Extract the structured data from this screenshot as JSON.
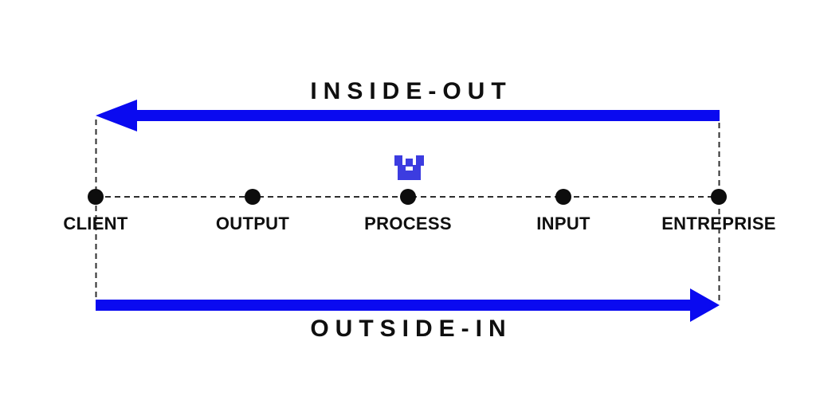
{
  "diagram": {
    "top_arrow": {
      "label": "INSIDE-OUT",
      "direction": "left"
    },
    "bottom_arrow": {
      "label": "OUTSIDE-IN",
      "direction": "right"
    },
    "nodes": [
      {
        "label": "CLIENT"
      },
      {
        "label": "OUTPUT"
      },
      {
        "label": "PROCESS"
      },
      {
        "label": "INPUT"
      },
      {
        "label": "ENTREPRISE"
      }
    ],
    "icon": {
      "name": "pixel-crown-icon"
    },
    "colors": {
      "arrow_blue": "#0a0af0",
      "icon_blue": "#3c3ce0",
      "dot_black": "#0d0d0d",
      "dash_gray": "#2e2e2e",
      "text_black": "#0f0f0f",
      "background": "#ffffff"
    }
  }
}
